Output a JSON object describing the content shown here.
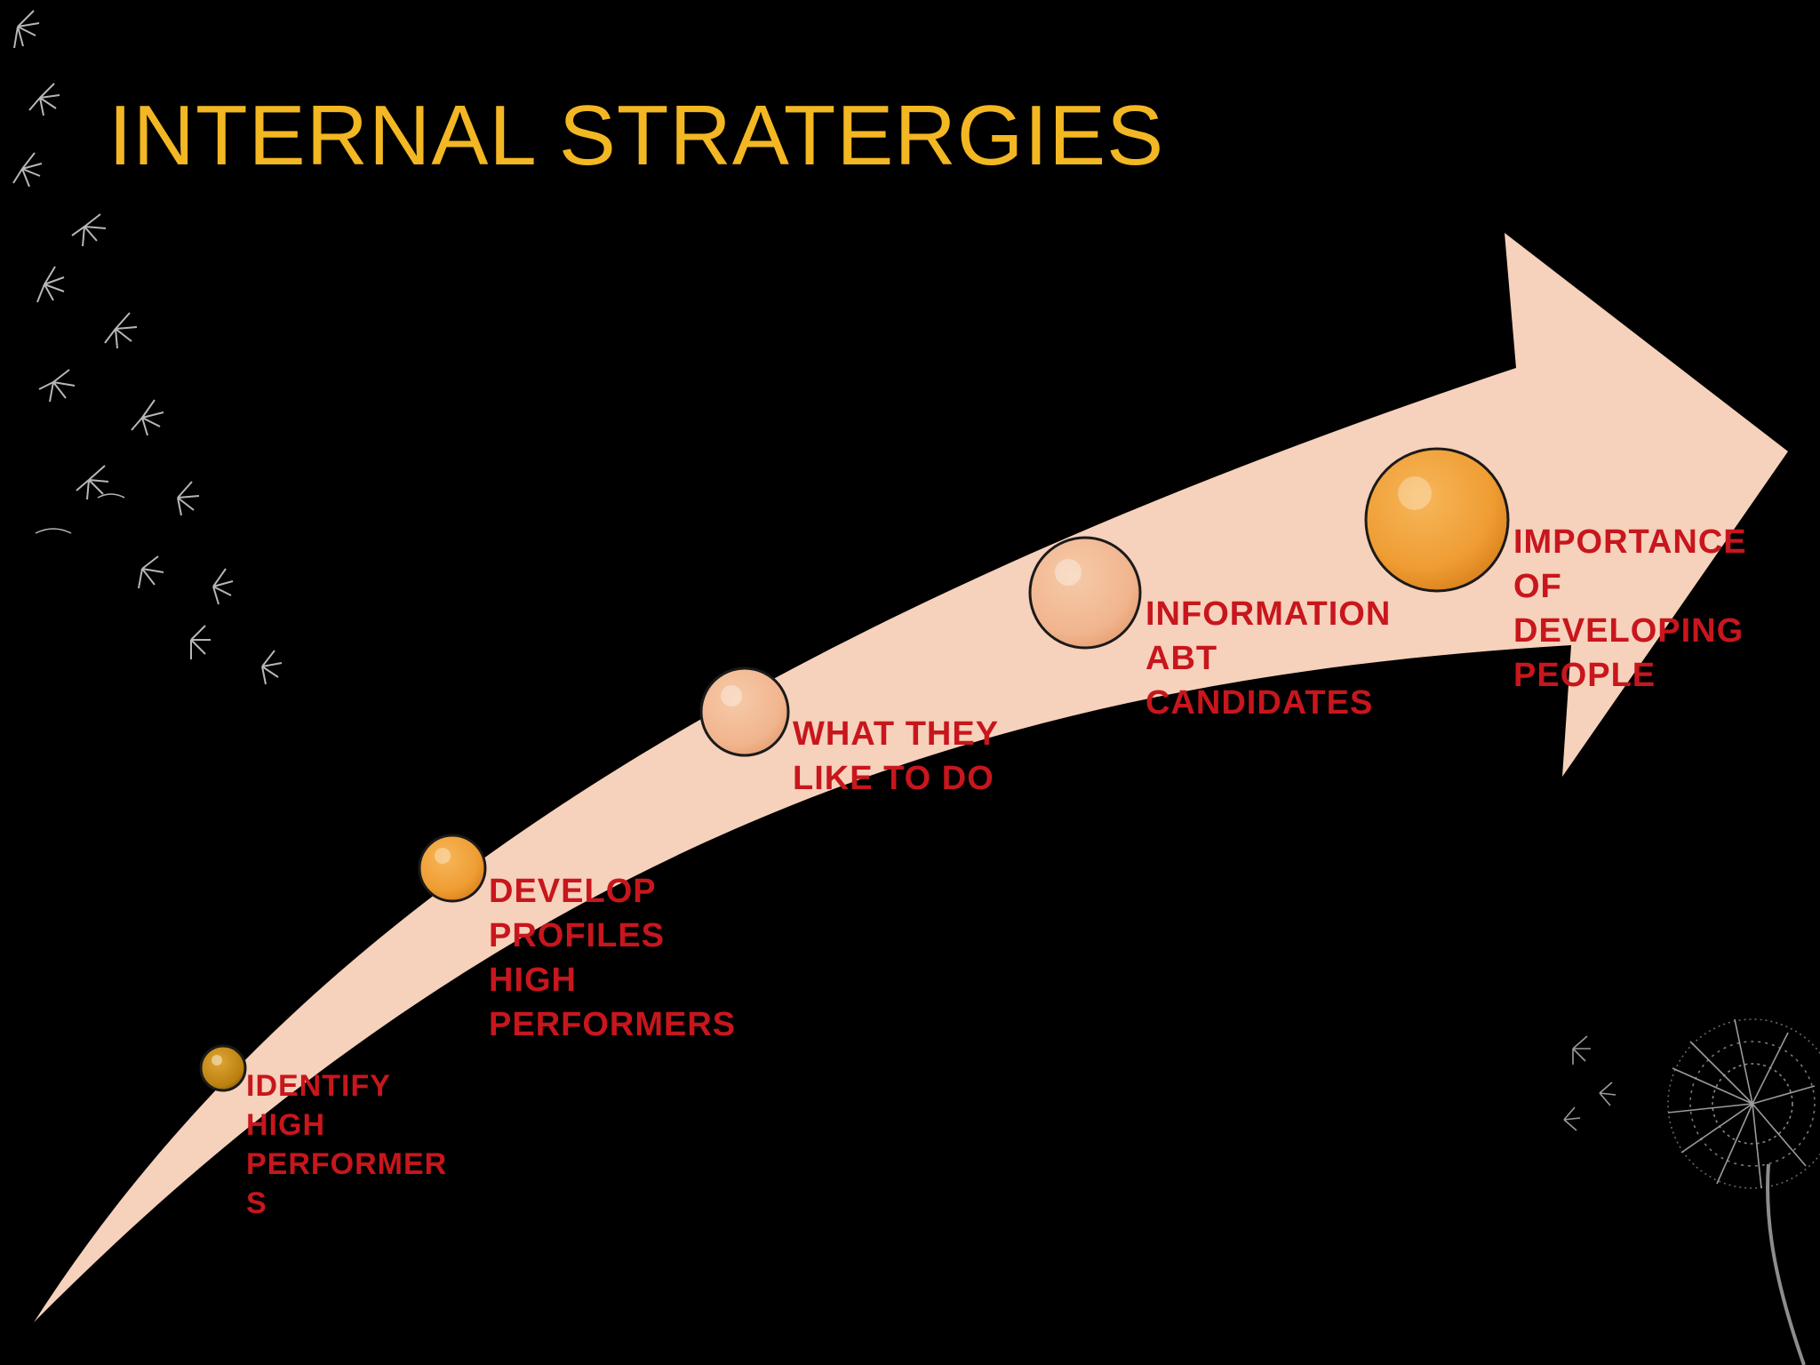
{
  "slide": {
    "title": "INTERNAL STRATERGIES",
    "colors": {
      "background": "#000000",
      "title": "#f2b722",
      "arrow": "#f6d1bb",
      "label": "#c8161d",
      "bubble_orange": "#f0a03a",
      "bubble_peach": "#f3bf9e",
      "bubble_gold": "#c98b17"
    },
    "decorations": [
      "dandelion-seeds-left-icon",
      "dandelion-right-icon"
    ]
  },
  "steps": [
    {
      "lines": [
        "IDENTIFY",
        "HIGH",
        "PERFORMER",
        "S"
      ],
      "bubble": "gold",
      "size": 1
    },
    {
      "lines": [
        "DEVELOP",
        "PROFILES",
        "HIGH",
        "PERFORMERS"
      ],
      "bubble": "orange",
      "size": 2
    },
    {
      "lines": [
        "WHAT THEY",
        "LIKE TO DO"
      ],
      "bubble": "peach",
      "size": 3
    },
    {
      "lines": [
        "INFORMATION",
        "ABT",
        "CANDIDATES"
      ],
      "bubble": "peach",
      "size": 4
    },
    {
      "lines": [
        "IMPORTANCE",
        "OF",
        "DEVELOPING",
        "PEOPLE"
      ],
      "bubble": "orange",
      "size": 5
    }
  ]
}
